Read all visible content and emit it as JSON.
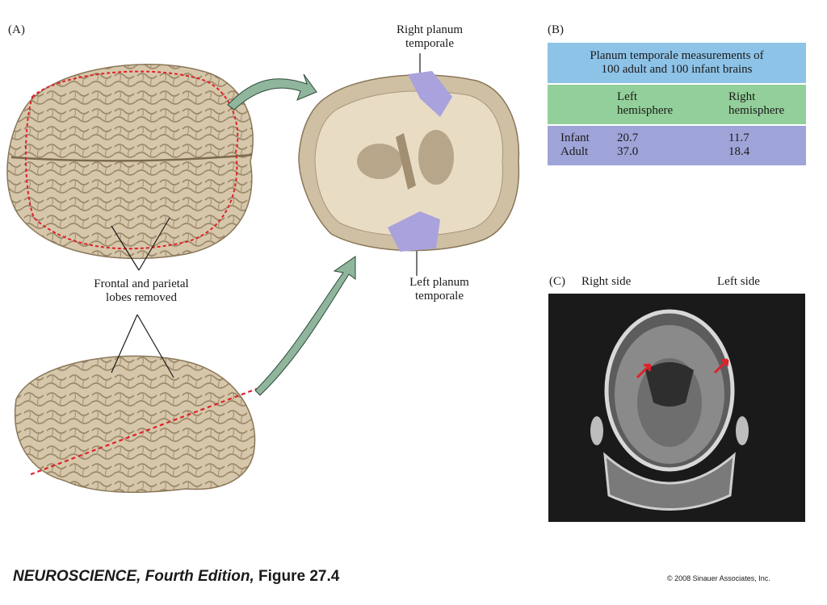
{
  "panel_a": {
    "label": "(A)",
    "callout_removed": [
      "Frontal and parietal",
      "lobes removed"
    ],
    "callout_right_planum": [
      "Right planum",
      "temporale"
    ],
    "callout_left_planum": [
      "Left planum",
      "temporale"
    ]
  },
  "panel_b": {
    "label": "(B)",
    "table_title": [
      "Planum temporale measurements of",
      "100 adult and 100 infant brains"
    ],
    "columns": [
      [
        "Left",
        "hemisphere"
      ],
      [
        "Right",
        "hemisphere"
      ]
    ],
    "rows": [
      {
        "label": "Infant",
        "left": "20.7",
        "right": "11.7"
      },
      {
        "label": "Adult",
        "left": "37.0",
        "right": "18.4"
      }
    ],
    "colors": {
      "title_bg": "#8ec3e8",
      "header_bg": "#93cf9a",
      "body_bg": "#9fa4d8"
    }
  },
  "panel_c": {
    "label": "(C)",
    "right_side": "Right side",
    "left_side": "Left side"
  },
  "footer": {
    "book": "NEUROSCIENCE,",
    "edition": " Fourth Edition,",
    "figure": " Figure 27.4",
    "copyright": "© 2008 Sinauer Associates, Inc."
  },
  "colors": {
    "brain_tissue": "#cfc0a4",
    "planum_highlight": "#a9a2dc",
    "arrow_fill": "#8fb59d",
    "cut_line": "#e0202a",
    "mri_arrow": "#e0202a"
  }
}
